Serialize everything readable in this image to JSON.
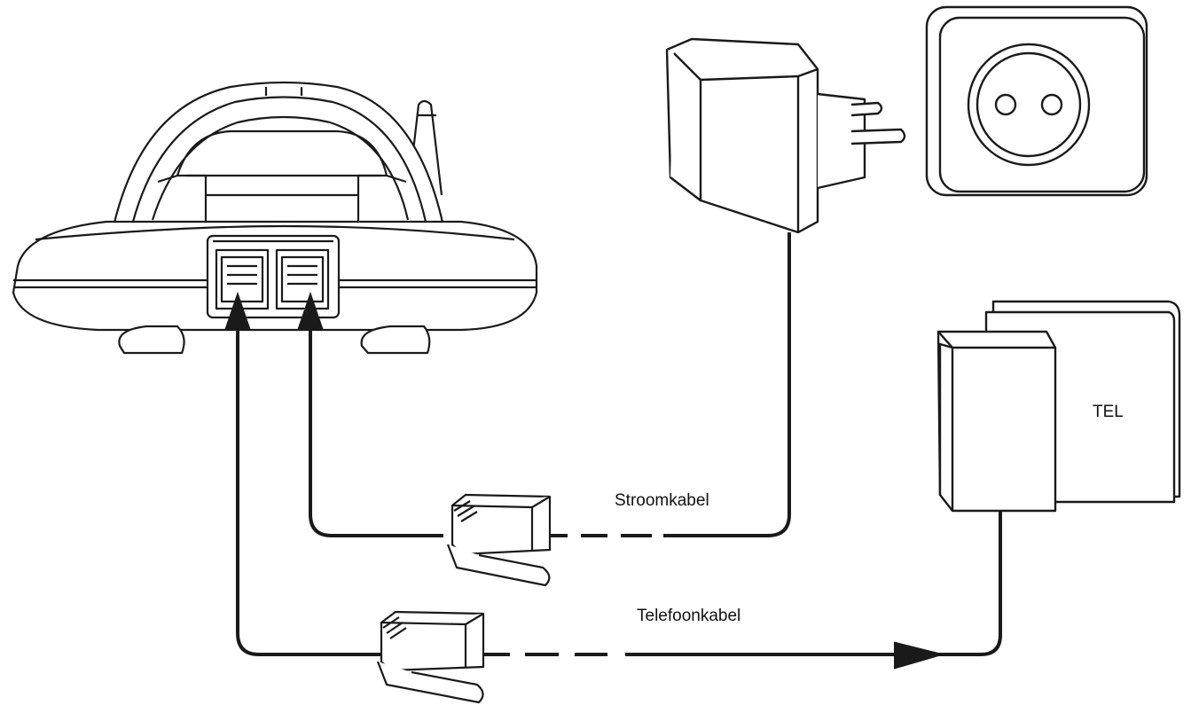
{
  "labels": {
    "power_cable": "Stroomkabel",
    "phone_cable": "Telefoonkabel",
    "wall_jack": "TEL"
  },
  "colors": {
    "stroke": "#1a1a1a",
    "background": "#ffffff"
  }
}
